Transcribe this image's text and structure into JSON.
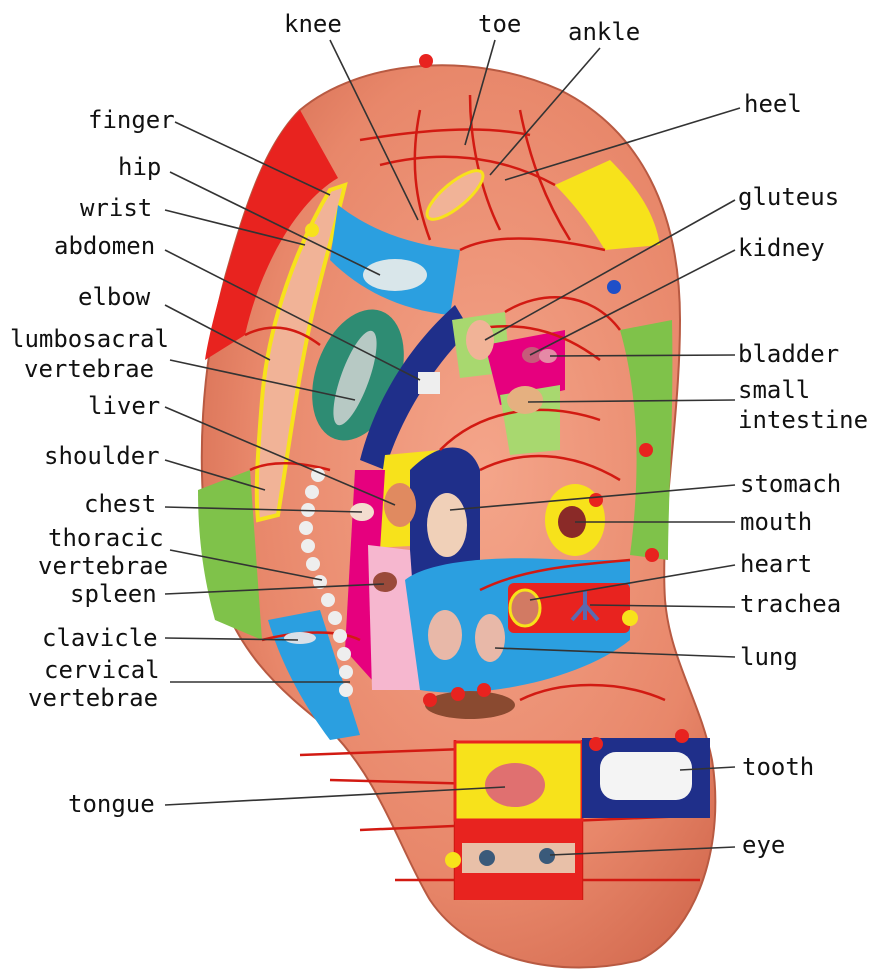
{
  "colors": {
    "skin": "#e88a6e",
    "skin_dark": "#c5654a",
    "zone_red": "#e8231f",
    "zone_yellow": "#f7e21b",
    "zone_blue": "#2b9fe0",
    "zone_navy": "#1f2f8a",
    "zone_green": "#7fc24a",
    "zone_pink": "#e6007e",
    "zone_lightpink": "#f6b7cf",
    "zone_teal": "#2e8c73",
    "zone_lightgreen": "#a8d86f",
    "boundary": "#d21a12",
    "leader": "#333333",
    "dot_red": "#e8231f",
    "dot_yellow": "#f7e21b",
    "dot_blue": "#1f4fc8"
  },
  "labels": {
    "knee": "knee",
    "toe": "toe",
    "ankle": "ankle",
    "heel": "heel",
    "finger": "finger",
    "hip": "hip",
    "wrist": "wrist",
    "abdomen": "abdomen",
    "gluteus": "gluteus",
    "kidney": "kidney",
    "elbow": "elbow",
    "lumbosacral_1": "lumbosacral",
    "lumbosacral_2": "vertebrae",
    "bladder": "bladder",
    "small_intestine_1": "small",
    "small_intestine_2": "intestine",
    "liver": "liver",
    "shoulder": "shoulder",
    "stomach": "stomach",
    "chest": "chest",
    "mouth": "mouth",
    "thoracic_1": "thoracic",
    "thoracic_2": "vertebrae",
    "heart": "heart",
    "spleen": "spleen",
    "trachea": "trachea",
    "clavicle": "clavicle",
    "lung": "lung",
    "cervical_1": "cervical",
    "cervical_2": "vertebrae",
    "tooth": "tooth",
    "tongue": "tongue",
    "eye": "eye"
  }
}
